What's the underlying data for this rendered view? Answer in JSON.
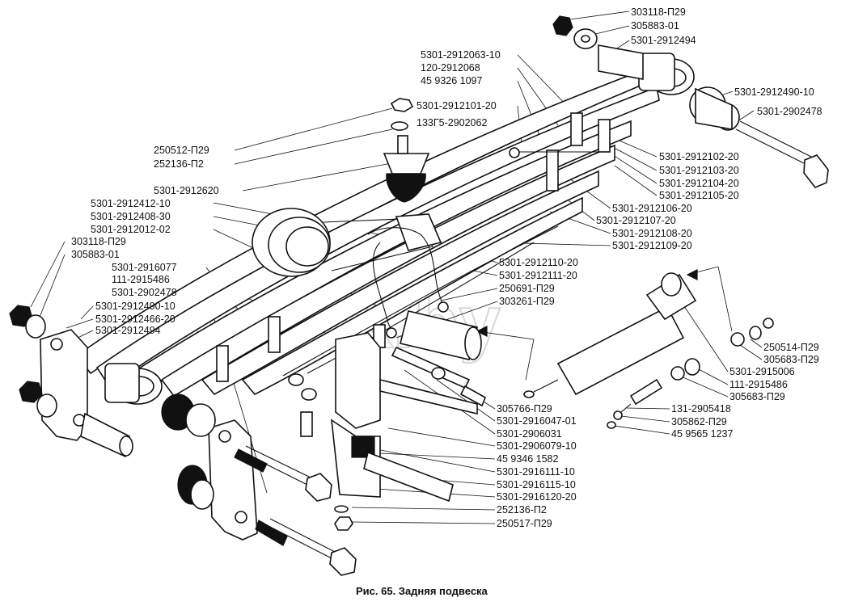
{
  "caption": "Рис. 65. Задняя подвеска",
  "watermark": "mexik.by",
  "callouts": [
    "303118-П29",
    "305883-01",
    "5301-2912494",
    "5301-2912490-10",
    "5301-2902478",
    "5301-2912063-10",
    "120-2912068",
    "45 9326 1097",
    "5301-2912101-20",
    "133Г5-2902062",
    "250512-П29",
    "252136-П2",
    "5301-2912620",
    "5301-2912412-10",
    "5301-2912408-30",
    "5301-2912012-02",
    "303118-П29",
    "305883-01",
    "5301-2916077",
    "111-2915486",
    "5301-2902478",
    "5301-2912490-10",
    "5301-2912466-20",
    "5301-2912494",
    "5301-2912102-20",
    "5301-2912103-20",
    "5301-2912104-20",
    "5301-2912105-20",
    "5301-2912106-20",
    "5301-2912107-20",
    "5301-2912108-20",
    "5301-2912109-20",
    "5301-2912110-20",
    "5301-2912111-20",
    "250691-П29",
    "303261-П29",
    "250514-П29",
    "305683-П29",
    "5301-2915006",
    "111-2915486",
    "305683-П29",
    "131-2905418",
    "305862-П29",
    "45 9565 1237",
    "305766-П29",
    "5301-2916047-01",
    "5301-2906031",
    "5301-2906079-10",
    "45 9346 1582",
    "5301-2916111-10",
    "5301-2916115-10",
    "5301-2916120-20",
    "252136-П2",
    "250517-П29"
  ]
}
